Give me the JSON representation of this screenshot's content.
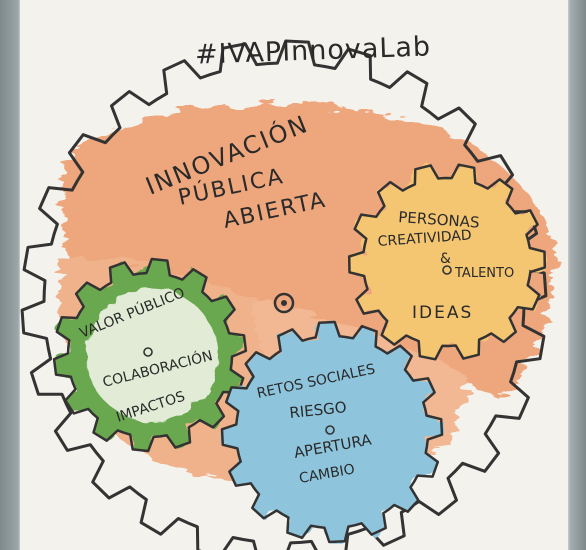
{
  "hashtag": "#IVAPInnovaLab",
  "main_gear": {
    "line1": "INNOVACIÓN",
    "line2": "PÚBLICA",
    "line3": "ABIERTA"
  },
  "gear_personas": {
    "line1": "PERSONAS",
    "line2": "CREATIVIDAD",
    "line3": "&",
    "line4": "TALENTO",
    "line5": "IDEAS"
  },
  "gear_valor": {
    "line1": "VALOR PÚBLICO",
    "line2": "COLABORACIÓN",
    "line3": "IMPACTOS"
  },
  "gear_retos": {
    "line1": "RETOS SOCIALES",
    "line2": "RIESGO",
    "line3": "APERTURA",
    "line4": "CAMBIO"
  },
  "colors": {
    "orange": "#ee9b6a",
    "yellow": "#f4c672",
    "green": "#6aa84f",
    "blue": "#8ec5dd",
    "ink": "#2a2a2a"
  }
}
